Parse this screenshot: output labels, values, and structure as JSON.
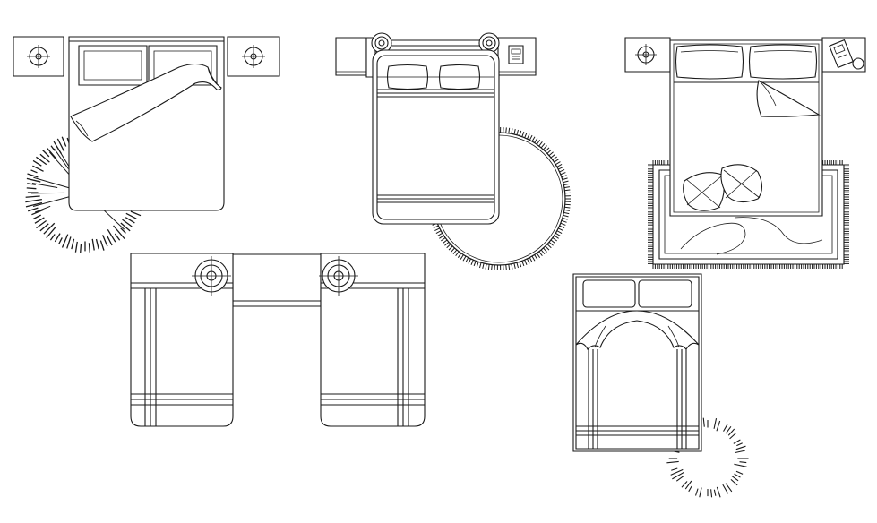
{
  "drawing": {
    "type": "cad-bed-plan-blocks",
    "line_color": "#1a1a1a",
    "background_color": "#ffffff",
    "blocks": [
      {
        "name": "double-bed-folded-sheet",
        "parts": [
          "nightstand-left",
          "nightstand-right",
          "headboard",
          "two-pillows",
          "folded-blanket",
          "round-shag-rug"
        ]
      },
      {
        "name": "double-bed-lamps-rug",
        "parts": [
          "nightstand-left",
          "nightstand-right",
          "two-lamps",
          "phone",
          "two-pillows",
          "blanket-bands",
          "round-fringed-rug"
        ]
      },
      {
        "name": "double-bed-fringed-rug",
        "parts": [
          "nightstand-left",
          "nightstand-right",
          "phone",
          "two-pillows",
          "folded-sheet",
          "cushions",
          "rectangular-fringed-rug"
        ]
      },
      {
        "name": "twin-beds-shared-nightstand",
        "parts": [
          "bed-left",
          "bed-right",
          "two-lamps",
          "shared-nightstand"
        ]
      },
      {
        "name": "double-bed-canopy-rug",
        "parts": [
          "headboard",
          "two-pillows",
          "folded-blanket",
          "small-round-shag-rug"
        ]
      }
    ]
  }
}
